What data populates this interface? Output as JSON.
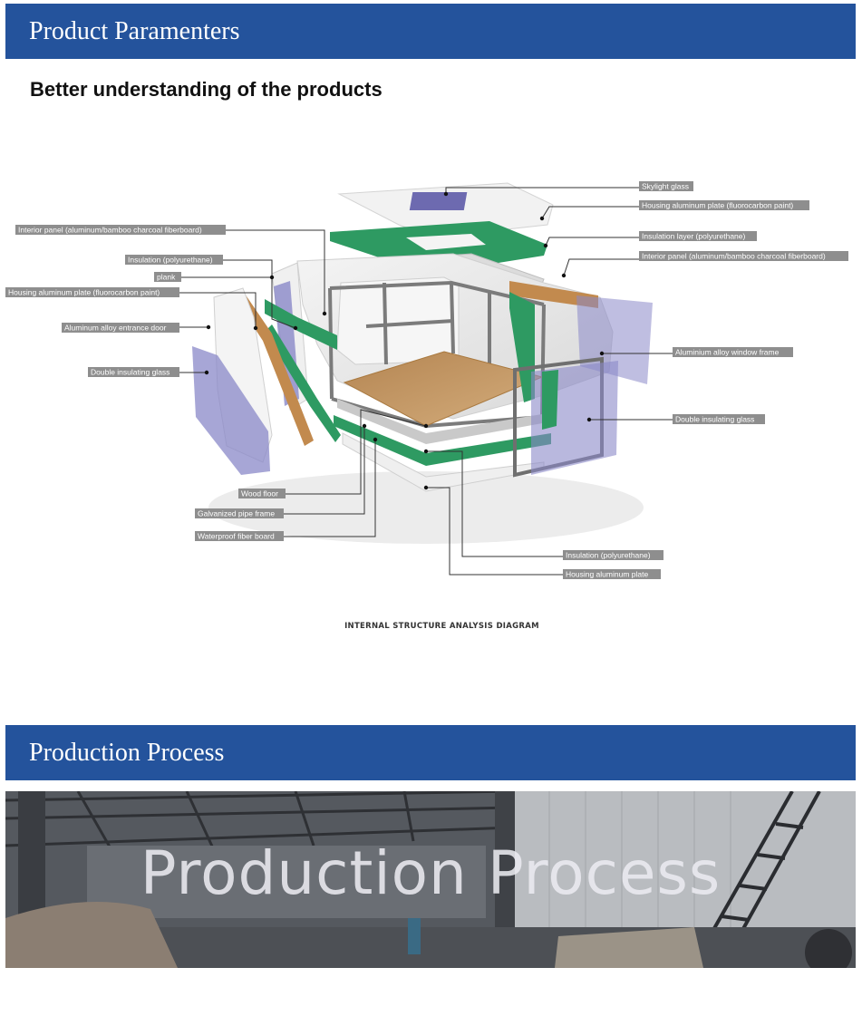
{
  "header1": {
    "title": "Product Paramenters"
  },
  "subtitle": "Better understanding of the products",
  "diagram": {
    "caption": "INTERNAL STRUCTURE ANALYSIS DIAGRAM",
    "labels_left": [
      "Interior panel (aluminum/bamboo charcoal fiberboard)",
      "Insulation (polyurethane)",
      "plank",
      "Housing aluminum plate (fluorocarbon paint)",
      "Aluminum alloy entrance door",
      "Double insulating glass",
      "Wood floor",
      "Galvanized pipe frame",
      "Waterproof fiber board"
    ],
    "labels_right": [
      "Skylight glass",
      "Housing aluminum plate (fluorocarbon paint)",
      "Insulation layer (polyurethane)",
      "Interior panel (aluminum/bamboo charcoal fiberboard)",
      "Aluminium alloy window frame",
      "Double insulating glass",
      "Insulation (polyurethane)",
      "Housing aluminum plate"
    ]
  },
  "header2": {
    "title": "Production Process"
  },
  "video": {
    "title": "Production Process"
  },
  "colors": {
    "banner": "#24539c",
    "label_bg": "#8e8e8e",
    "insulation": "#2e9a62",
    "glass": "#8a88c8",
    "wood": "#c28a4e"
  }
}
